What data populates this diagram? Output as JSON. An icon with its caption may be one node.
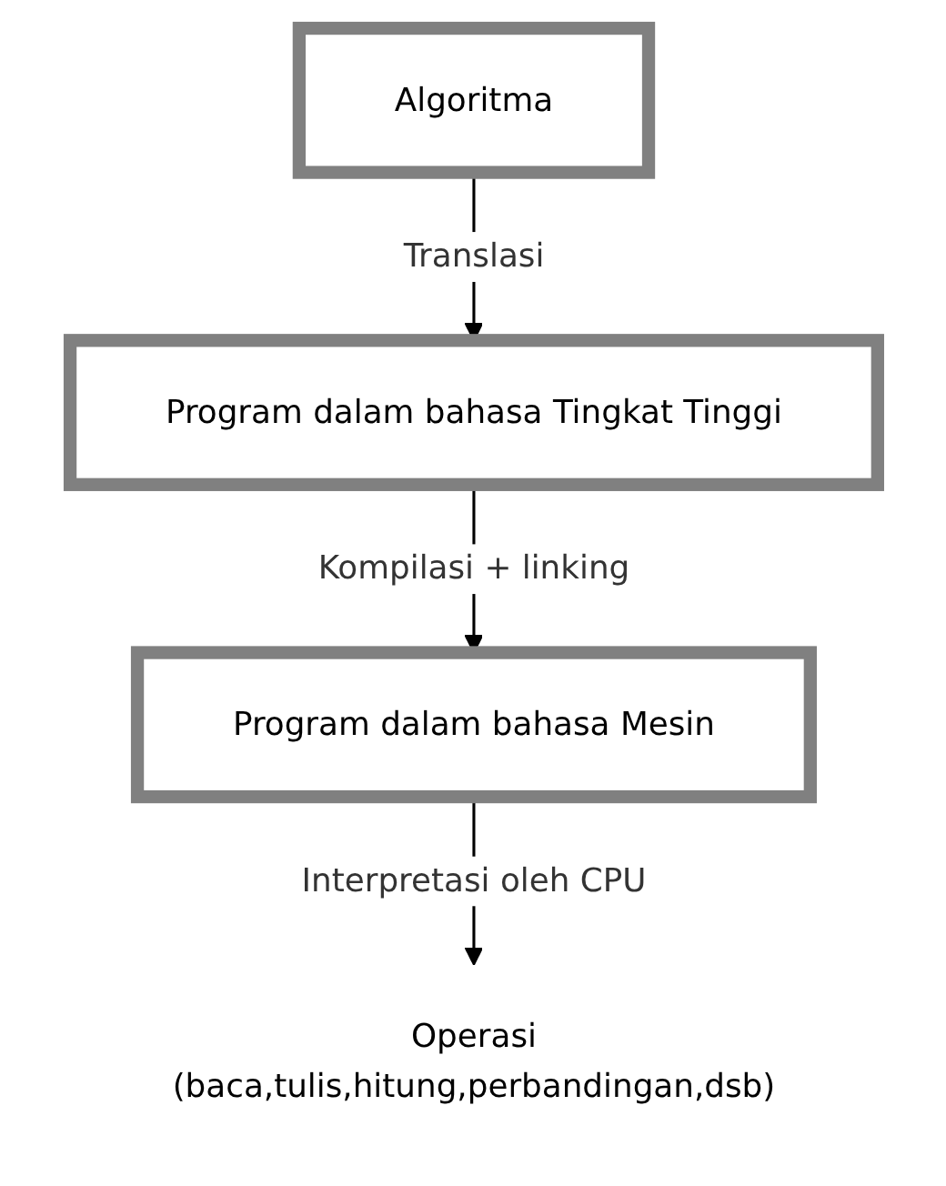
{
  "diagram": {
    "nodes": [
      {
        "text": [
          "Algoritma"
        ]
      },
      {
        "text": [
          "Program dalam bahasa Tingkat Tinggi"
        ]
      },
      {
        "text": [
          "Program dalam bahasa Mesin"
        ]
      },
      {
        "text": [
          "Operasi",
          "(baca,tulis,hitung,perbandingan,dsb)"
        ]
      }
    ],
    "edges": [
      {
        "from": 0,
        "to": 1,
        "arrow": "to",
        "label": "Translasi"
      },
      {
        "from": 1,
        "to": 2,
        "arrow": "to",
        "label": "Kompilasi + linking"
      },
      {
        "from": 2,
        "to": 3,
        "arrow": "to",
        "label": "Interpretasi oleh CPU"
      }
    ]
  }
}
